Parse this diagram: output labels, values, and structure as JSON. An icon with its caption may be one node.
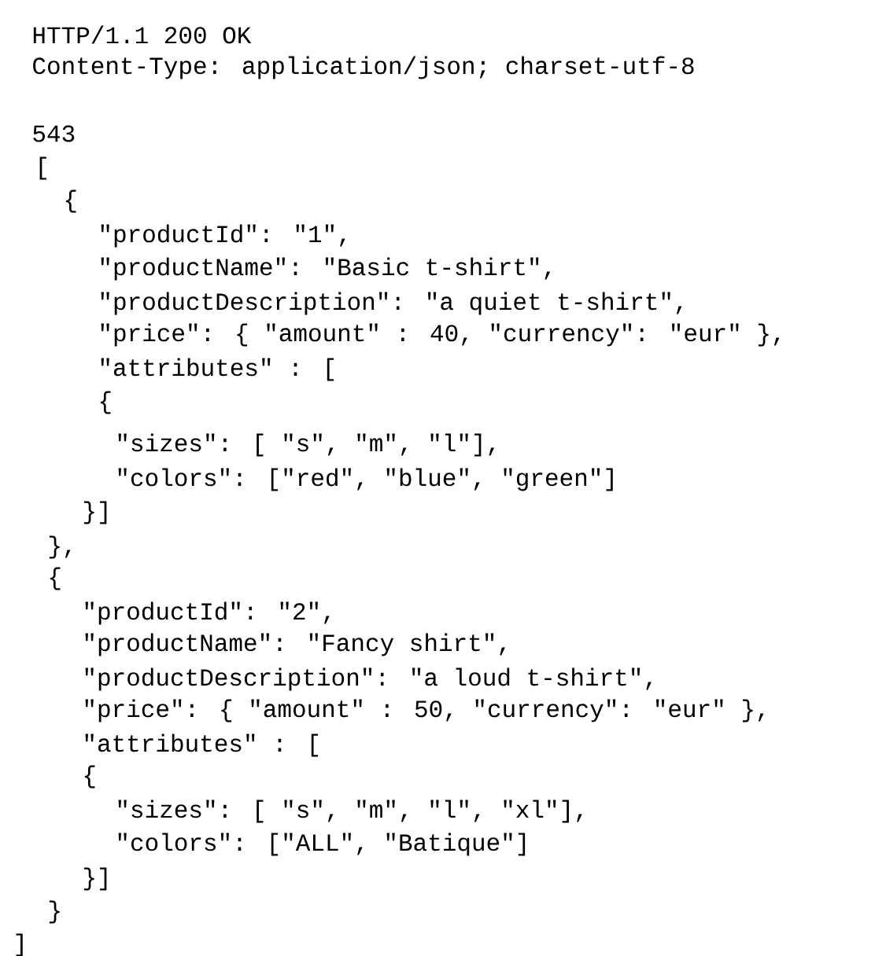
{
  "diagram": {
    "labels": [
      "HTTP/1.1 200 OK",
      "Content-Type: application/json; charset-utf-8",
      "543",
      "[",
      "{",
      "\"productId\": \"1\",",
      "\"productName\": \"Basic t-shirt\",",
      "\"productDescription\": \"a quiet t-shirt\",",
      "\"price\": { \"amount\" : 40, \"currency\": \"eur\" },",
      "\"attributes\" : [",
      "{",
      "\"sizes\": [ \"s\", \"m\", \"l\"],",
      "\"colors\": [\"red\", \"blue\", \"green\"]",
      "}]",
      "},",
      "{",
      "\"productId\": \"2\",",
      "\"productName\": \"Fancy shirt\",",
      "\"productDescription\": \"a loud t-shirt\",",
      "\"price\": { \"amount\" : 50, \"currency\": \"eur\" },",
      "\"attributes\" : [",
      "{",
      "\"sizes\": [ \"s\", \"m\", \"l\", \"xl\"],",
      "\"colors\": [\"ALL\", \"Batique\"]",
      "}]",
      "}",
      "]"
    ]
  }
}
